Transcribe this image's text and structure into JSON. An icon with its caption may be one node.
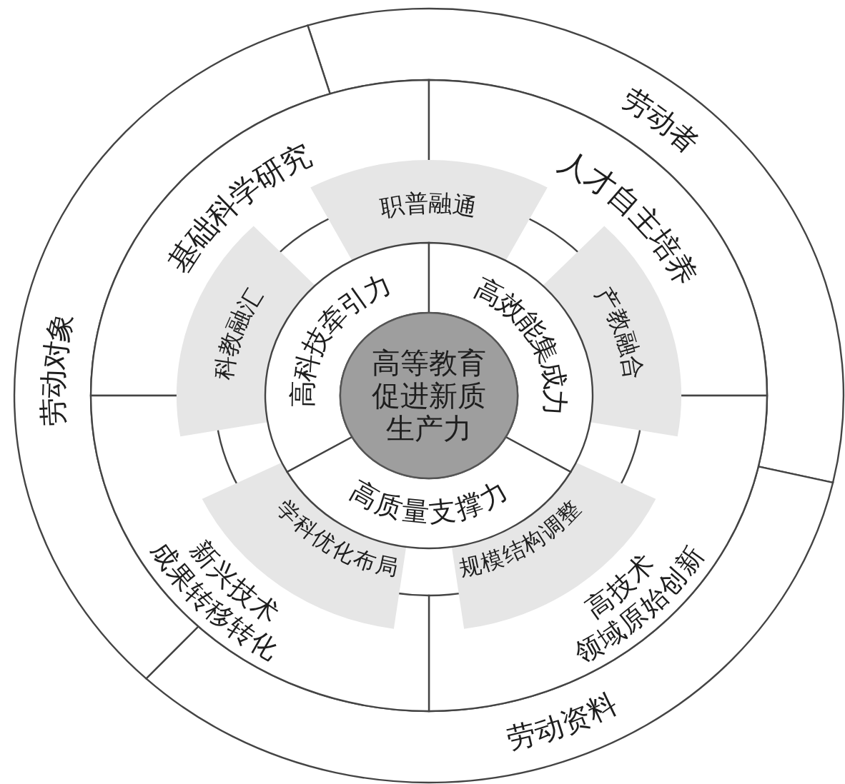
{
  "diagram": {
    "nodes": [
      {
        "text": [
          "高等教育促进新质生产力"
        ]
      },
      {
        "text": [
          "高科技牵引力"
        ]
      },
      {
        "text": [
          "高效能集成力"
        ]
      },
      {
        "text": [
          "高质量支撑力"
        ]
      },
      {
        "text": [
          "职普融通"
        ]
      },
      {
        "text": [
          "产教融合"
        ]
      },
      {
        "text": [
          "规模结构调整"
        ]
      },
      {
        "text": [
          "学科优化布局"
        ]
      },
      {
        "text": [
          "科教融汇"
        ]
      },
      {
        "text": [
          "基础科学研究"
        ]
      },
      {
        "text": [
          "人才自主培养"
        ]
      },
      {
        "text": [
          "高技术领域原始创新"
        ]
      },
      {
        "text": [
          "新兴技术成果转移转化"
        ]
      },
      {
        "text": [
          "劳动者"
        ]
      },
      {
        "text": [
          "劳动资料"
        ]
      },
      {
        "text": [
          "劳动对象"
        ]
      }
    ]
  }
}
